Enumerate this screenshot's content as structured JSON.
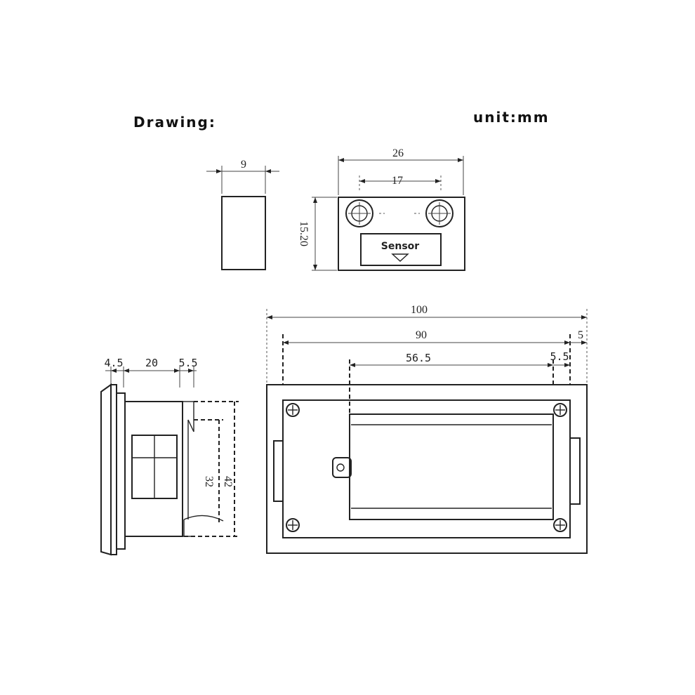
{
  "header": {
    "title": "Drawing:",
    "unit": "unit:mm"
  },
  "sensor_view": {
    "width_label": "26",
    "hole_spacing_label": "17",
    "height_label": "15.20",
    "sensor_label": "Sensor"
  },
  "side_small": {
    "width_label": "9"
  },
  "side_view": {
    "dim_a": "4.5",
    "dim_b": "20",
    "dim_c": "5.5",
    "height_outer": "42",
    "height_inner": "32"
  },
  "front_view": {
    "total_width": "100",
    "inner_width": "90",
    "right_margin": "5",
    "window_width": "56.5",
    "window_margin": "5.5"
  }
}
